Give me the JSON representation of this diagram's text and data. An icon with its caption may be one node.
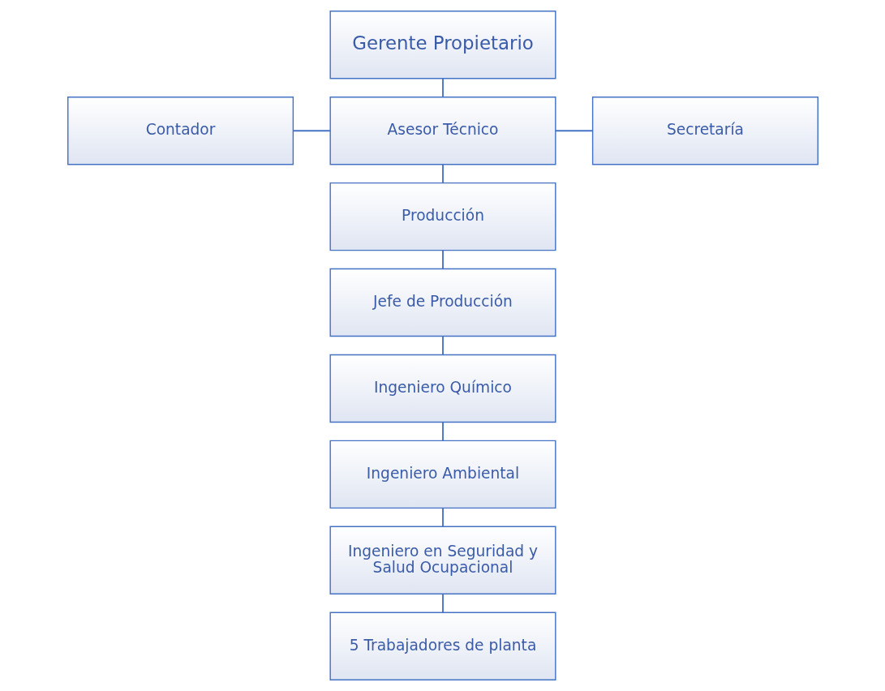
{
  "diagram": {
    "nodes": [
      {
        "text": [
          "Gerente Propietario"
        ]
      },
      {
        "text": [
          "Contador"
        ]
      },
      {
        "text": [
          "Asesor Técnico"
        ]
      },
      {
        "text": [
          "Secretaría"
        ]
      },
      {
        "text": [
          "Producción"
        ]
      },
      {
        "text": [
          "Jefe de Producción"
        ]
      },
      {
        "text": [
          "Ingeniero Químico"
        ]
      },
      {
        "text": [
          "Ingeniero Ambiental"
        ]
      },
      {
        "text": [
          "Ingeniero en Seguridad y Salud Ocupacional"
        ]
      },
      {
        "text": [
          "5 Trabajadores de planta"
        ]
      }
    ],
    "edges": [
      {
        "from": 0,
        "to": 2,
        "arrow": "none"
      },
      {
        "from": 1,
        "to": 2,
        "arrow": "none"
      },
      {
        "from": 2,
        "to": 3,
        "arrow": "none"
      },
      {
        "from": 2,
        "to": 4,
        "arrow": "none"
      },
      {
        "from": 4,
        "to": 5,
        "arrow": "none"
      },
      {
        "from": 5,
        "to": 6,
        "arrow": "none"
      },
      {
        "from": 6,
        "to": 7,
        "arrow": "none"
      },
      {
        "from": 7,
        "to": 8,
        "arrow": "none"
      },
      {
        "from": 8,
        "to": 9,
        "arrow": "none"
      }
    ]
  }
}
